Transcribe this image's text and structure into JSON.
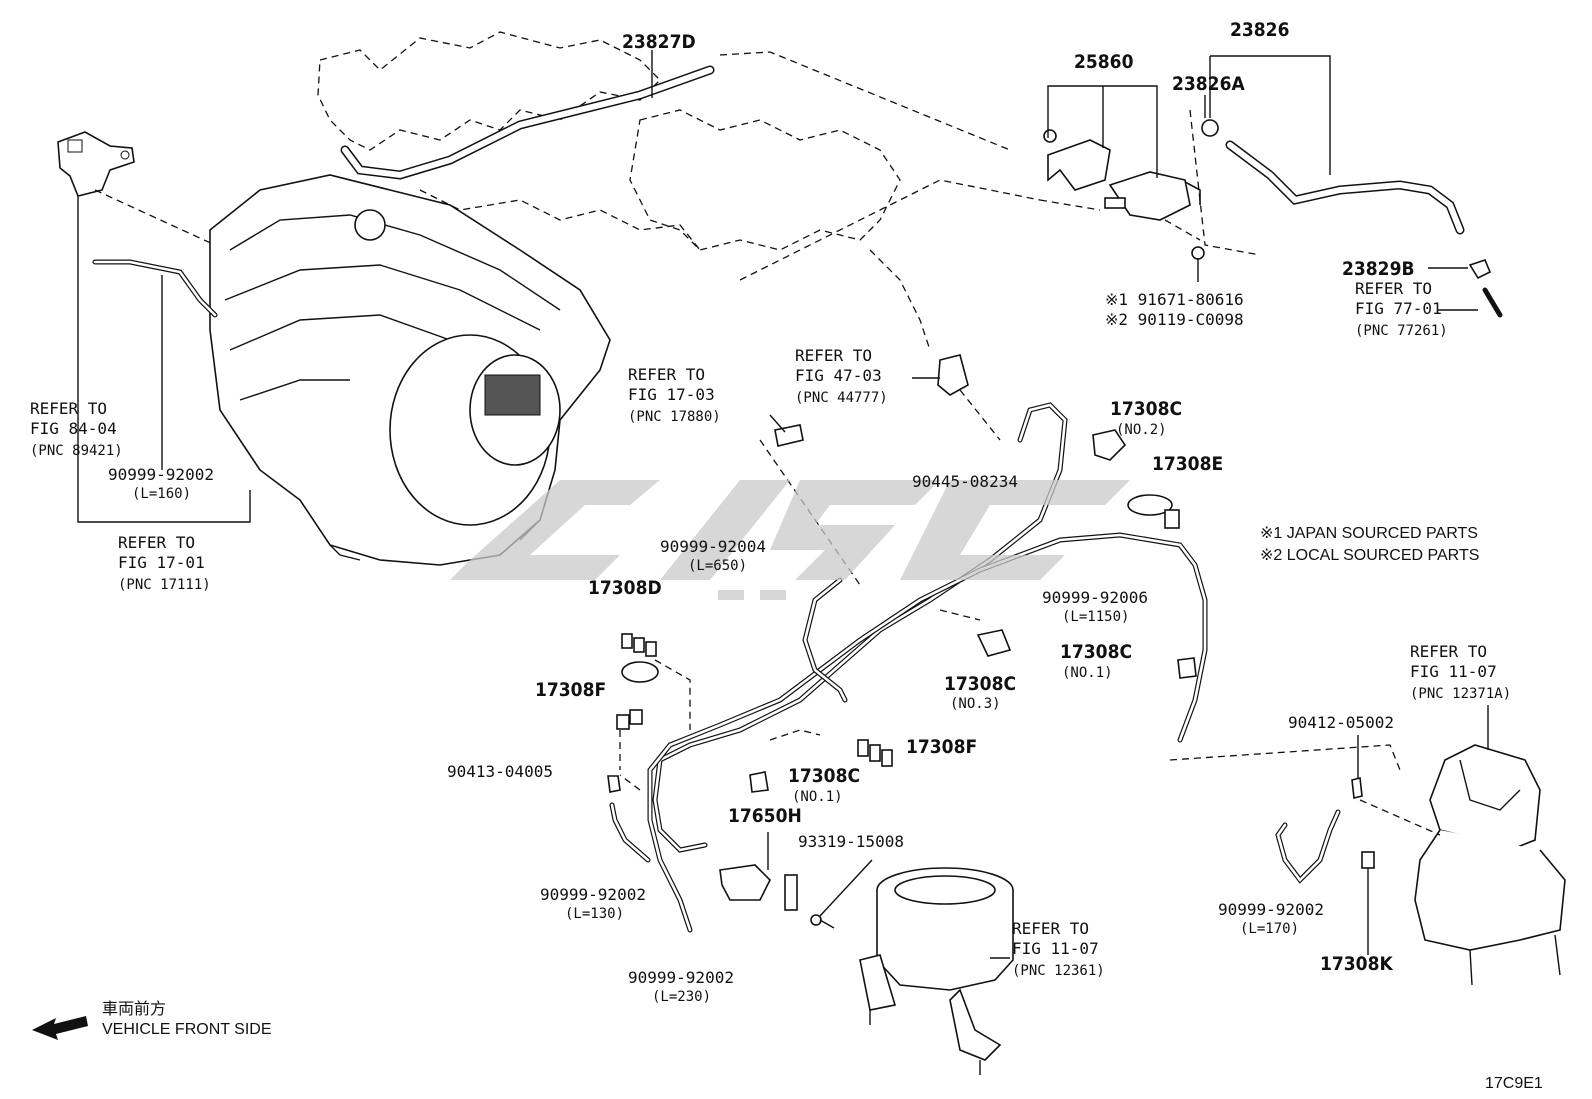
{
  "diagram_code": "17C9E1",
  "watermark": "",
  "legend": {
    "note1": "※1 JAPAN SOURCED PARTS",
    "note2": "※2 LOCAL SOURCED PARTS"
  },
  "direction": {
    "label_jp": "車両前方",
    "label_en": "VEHICLE FRONT SIDE"
  },
  "parts": {
    "p23827D": "23827D",
    "p23826": "23826",
    "p25860": "25860",
    "p23826A": "23826A",
    "p23829B": "23829B",
    "p91671": "※1 91671-80616",
    "p90119": "※2 90119-C0098",
    "p17308C_no2": "17308C",
    "p17308C_no2_sub": "(NO.2)",
    "p17308E": "17308E",
    "p90445": "90445-08234",
    "p90999_92004": "90999-92004",
    "p90999_92004_len": "(L=650)",
    "p90999_92006": "90999-92006",
    "p90999_92006_len": "(L=1150)",
    "p17308D": "17308D",
    "p17308F_a": "17308F",
    "p17308F_b": "17308F",
    "p17308C_no3": "17308C",
    "p17308C_no3_sub": "(NO.3)",
    "p17308C_no1a": "17308C",
    "p17308C_no1a_sub": "(NO.1)",
    "p17308C_no1b": "17308C",
    "p17308C_no1b_sub": "(NO.1)",
    "p90413": "90413-04005",
    "p17650H": "17650H",
    "p93319": "93319-15008",
    "p90999_130": "90999-92002",
    "p90999_130_len": "(L=130)",
    "p90999_230": "90999-92002",
    "p90999_230_len": "(L=230)",
    "p90999_160": "90999-92002",
    "p90999_160_len": "(L=160)",
    "p90999_170": "90999-92002",
    "p90999_170_len": "(L=170)",
    "p90412": "90412-05002",
    "p17308K": "17308K"
  },
  "refs": {
    "r84": [
      "REFER TO",
      "FIG 84-04",
      "(PNC 89421)"
    ],
    "r1701": [
      "REFER TO",
      "FIG 17-01",
      "(PNC 17111)"
    ],
    "r1703": [
      "REFER TO",
      "FIG 17-03",
      "(PNC 17880)"
    ],
    "r4703": [
      "REFER TO",
      "FIG 47-03",
      "(PNC 44777)"
    ],
    "r7701": [
      "REFER TO",
      "FIG 77-01",
      "(PNC 77261)"
    ],
    "r1107a": [
      "REFER TO",
      "FIG 11-07",
      "(PNC 12371A)"
    ],
    "r1107b": [
      "REFER TO",
      "FIG 11-07",
      "(PNC 12361)"
    ]
  }
}
